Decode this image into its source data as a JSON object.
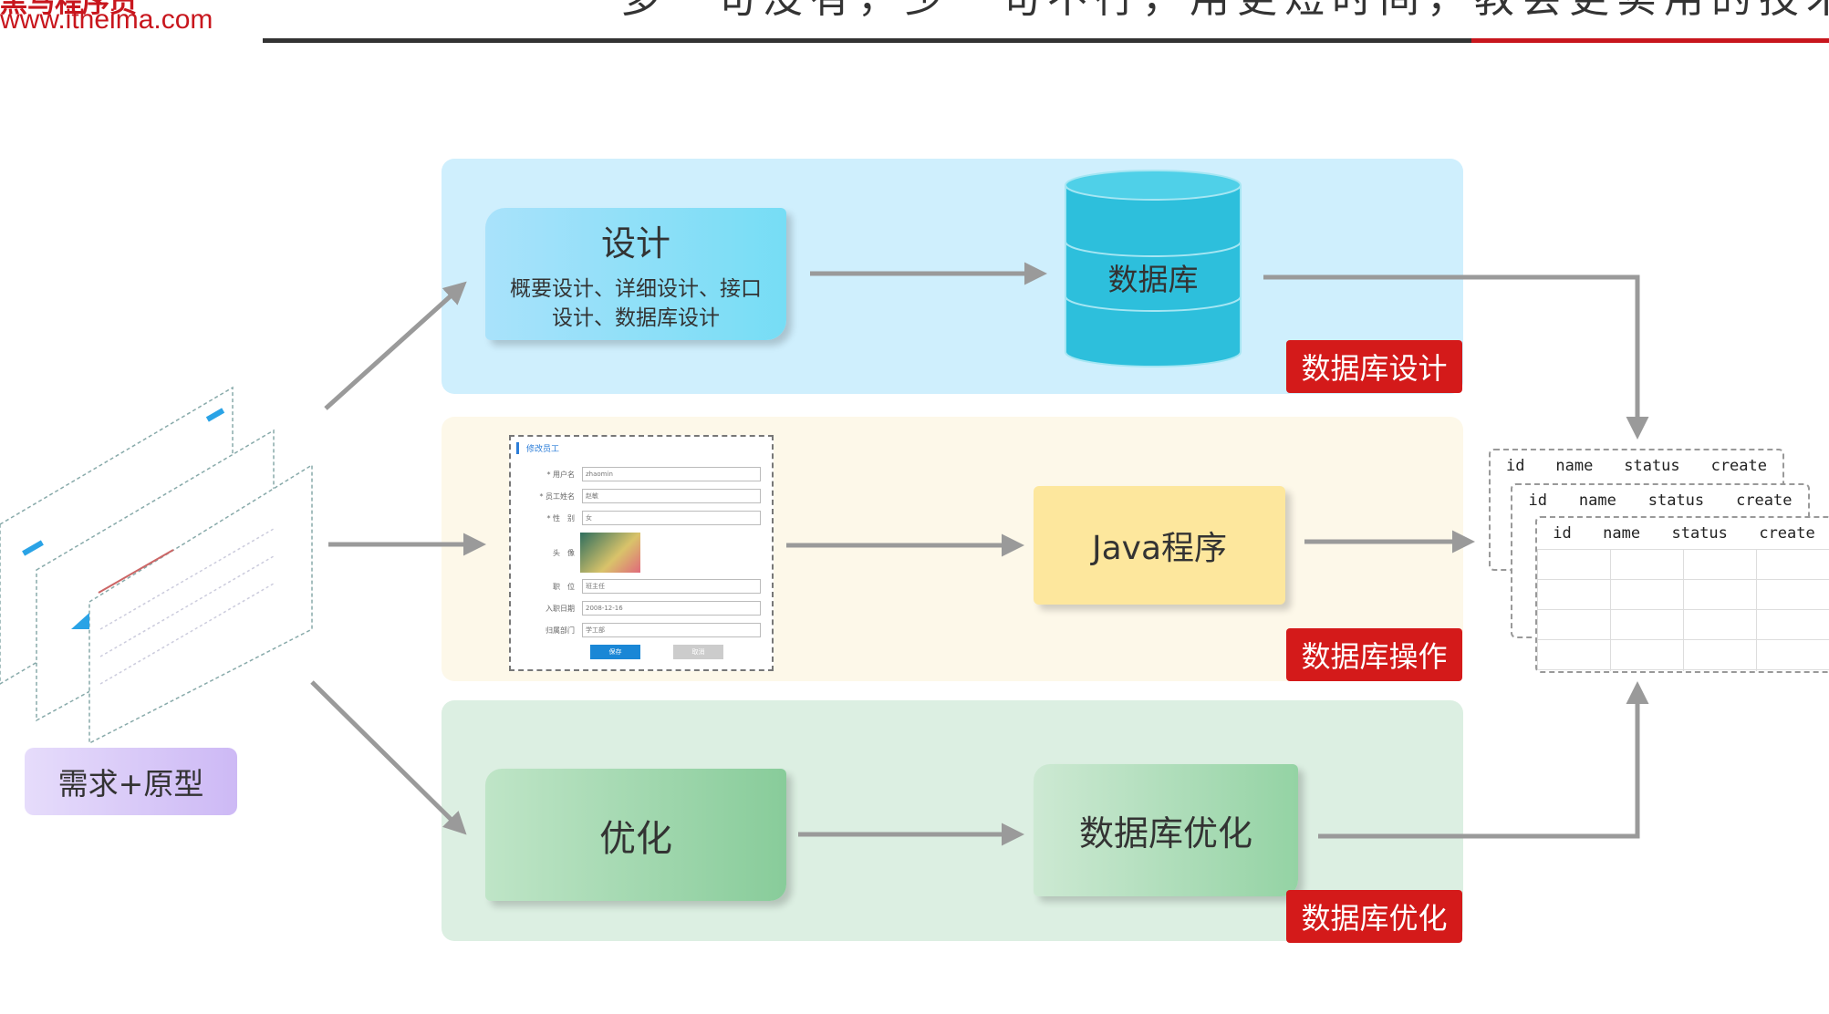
{
  "header": {
    "url": "www.itheima.com",
    "slogan": "多一句没有，少一句不行，用更短时间，教会更实用的技术"
  },
  "design_box": {
    "title": "设计",
    "subtitle": "概要设计、详细设计、接口设计、数据库设计"
  },
  "database_label": "数据库",
  "java_box": "Java程序",
  "optimize_box": "优化",
  "db_optimize_box": "数据库优化",
  "tags": {
    "design": "数据库设计",
    "operate": "数据库操作",
    "optimize": "数据库优化"
  },
  "requirement_label": "需求+原型",
  "form_mockup": {
    "title": "修改员工",
    "fields": [
      {
        "label": "* 用户名",
        "value": "zhaomin"
      },
      {
        "label": "* 员工姓名",
        "value": "赵敏"
      },
      {
        "label": "* 性　别",
        "value": "女"
      },
      {
        "label": "头　像",
        "value": ""
      },
      {
        "label": "职　位",
        "value": "班主任"
      },
      {
        "label": "入职日期",
        "value": "2008-12-16"
      },
      {
        "label": "归属部门",
        "value": "学工部"
      }
    ],
    "save": "保存",
    "cancel": "取消"
  },
  "table_columns": [
    "id",
    "name",
    "status",
    "create"
  ],
  "colors": {
    "brand_red": "#c8161d",
    "tag_red": "#d41a1a",
    "panel_blue": "#cfeffd",
    "panel_yellow": "#fdf8e9",
    "panel_green": "#dcefe2",
    "arrow_gray": "#9a9a9a",
    "db_cyan": "#2dbfdc"
  }
}
